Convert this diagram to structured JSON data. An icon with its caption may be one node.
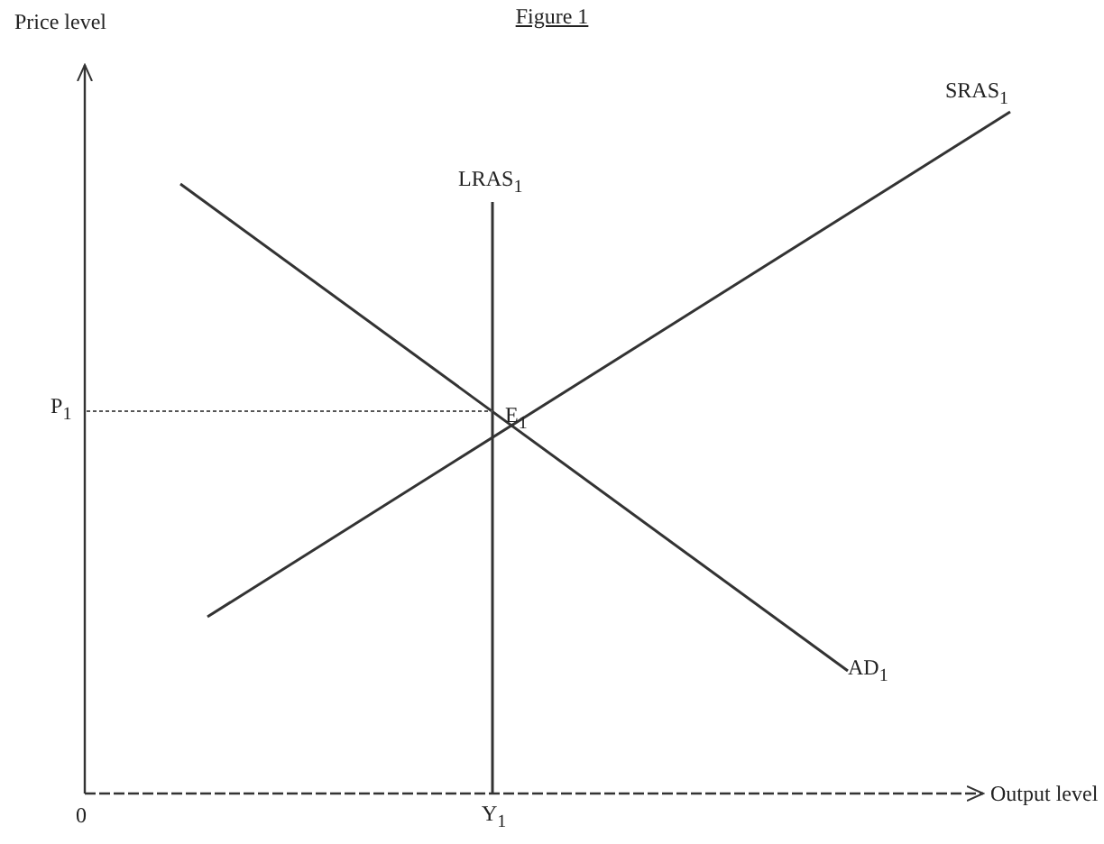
{
  "diagram": {
    "title": "Figure 1",
    "labels": [
      "Price level",
      "LRAS$_{1}$",
      "SRAS$_{1}$",
      "P$_{1}$",
      "E$_{1}$",
      "AD$_{1}$",
      "0",
      "Y$_{1}$",
      "Output level"
    ]
  }
}
